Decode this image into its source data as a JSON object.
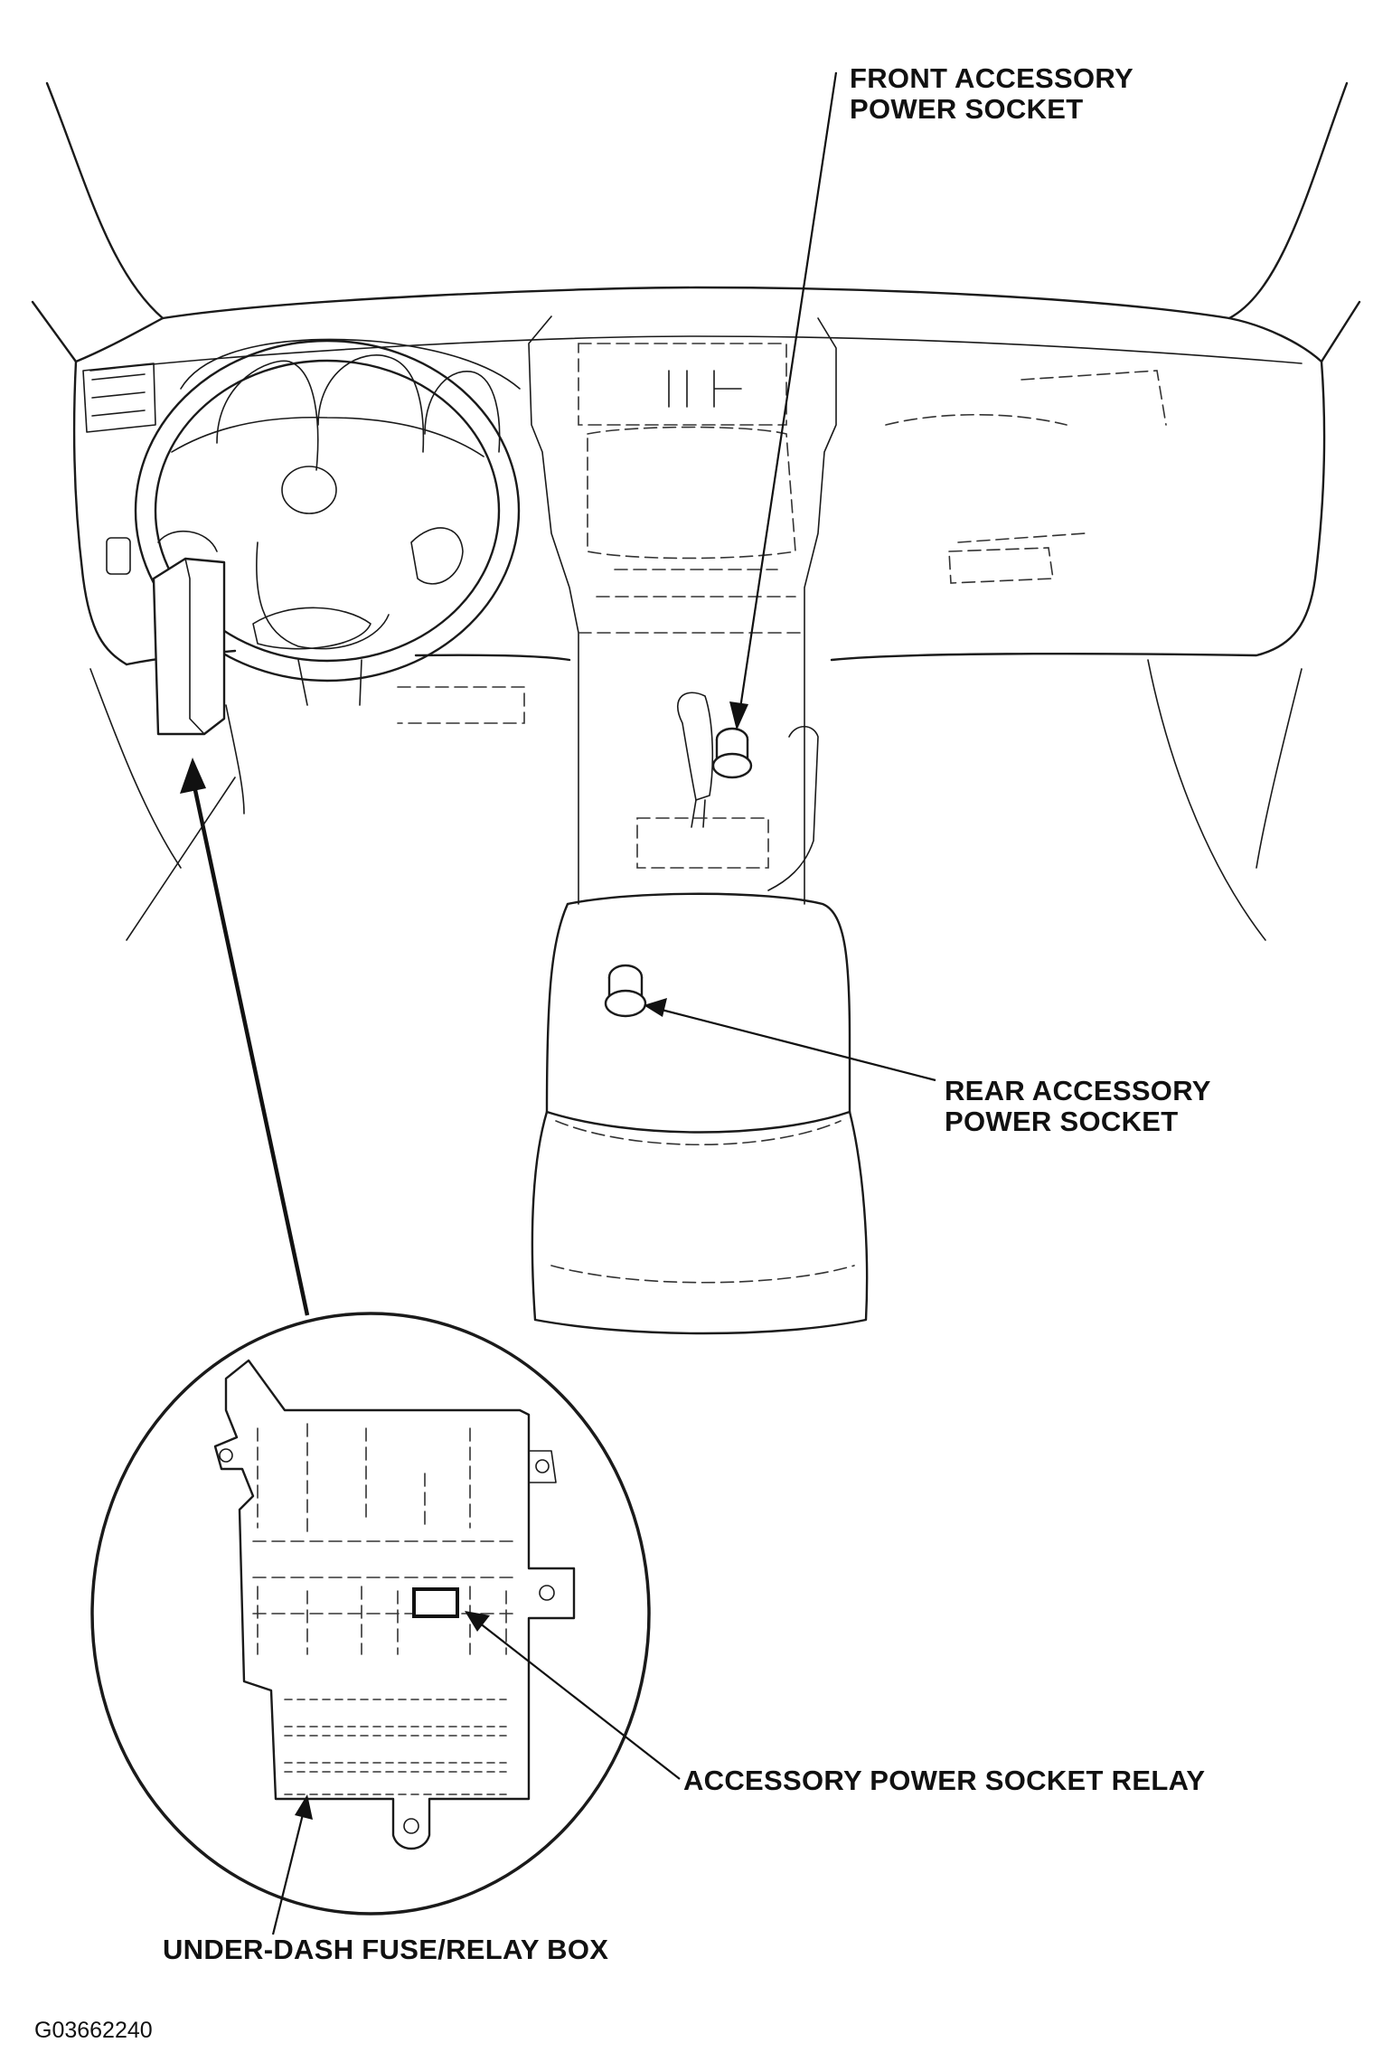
{
  "labels": {
    "front_socket": [
      "FRONT ACCESSORY",
      "POWER SOCKET"
    ],
    "rear_socket": [
      "REAR ACCESSORY",
      "POWER SOCKET"
    ],
    "relay": "ACCESSORY POWER SOCKET RELAY",
    "fuse_box": "UNDER-DASH FUSE/RELAY BOX"
  },
  "figure_code": "G03662240"
}
